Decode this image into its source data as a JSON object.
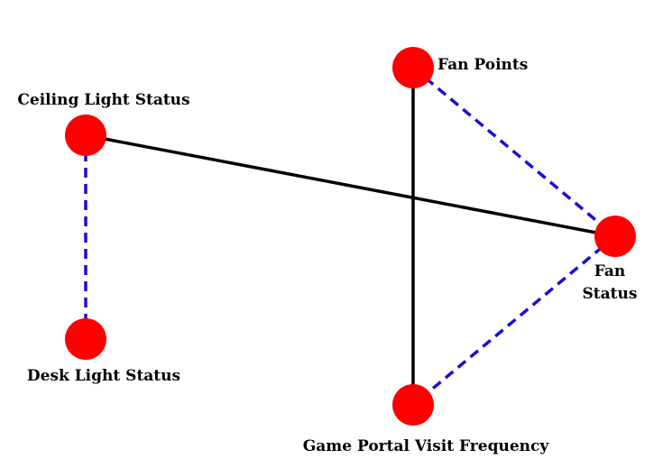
{
  "colors": {
    "node_fill": "#ff0000",
    "solid_edge": "#000000",
    "dashed_edge": "#1a0fd6",
    "background": "#ffffff"
  },
  "nodes": {
    "ceiling_light_status": {
      "label": "Ceiling Light Status"
    },
    "desk_light_status": {
      "label": "Desk Light Status"
    },
    "fan_points": {
      "label": "Fan Points"
    },
    "fan_status": {
      "label_line1": "Fan",
      "label_line2": "Status"
    },
    "game_portal_visit_frequency": {
      "label": "Game Portal Visit Frequency"
    }
  },
  "edges": [
    {
      "from": "ceiling_light_status",
      "to": "fan_status",
      "style": "solid"
    },
    {
      "from": "fan_points",
      "to": "game_portal_visit_frequency",
      "style": "solid"
    },
    {
      "from": "ceiling_light_status",
      "to": "desk_light_status",
      "style": "dashed"
    },
    {
      "from": "fan_points",
      "to": "fan_status",
      "style": "dashed"
    },
    {
      "from": "fan_status",
      "to": "game_portal_visit_frequency",
      "style": "dashed"
    }
  ]
}
